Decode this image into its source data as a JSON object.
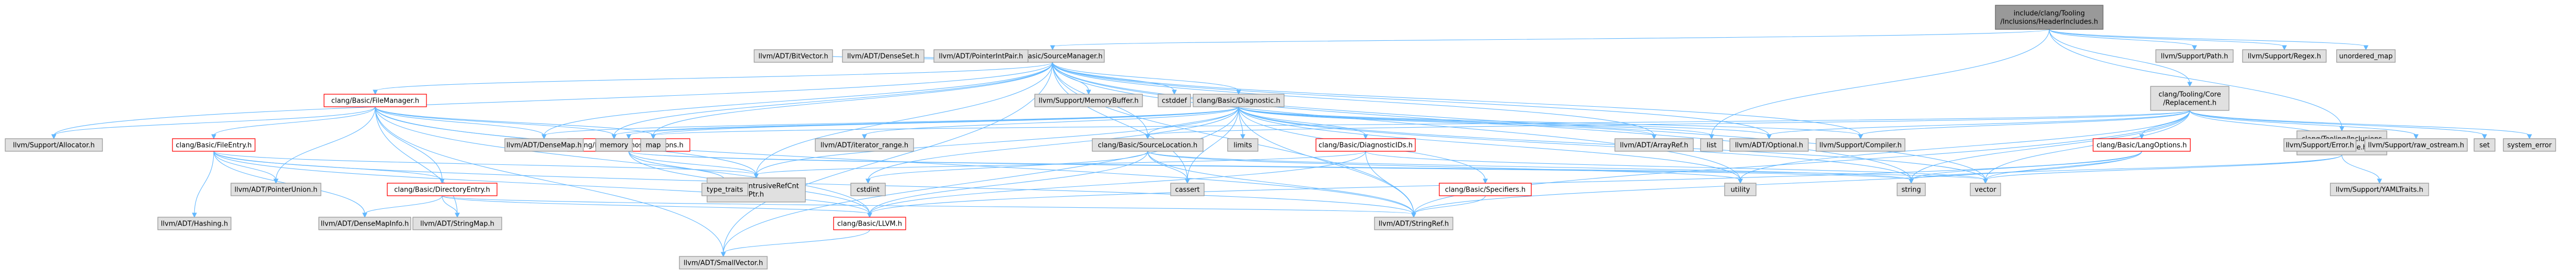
{
  "colors": {
    "edge": "#63b8ff",
    "node_fill": "#e0e0e0",
    "node_border": "#999999",
    "root_fill": "#999999",
    "link_border": "#ff0000"
  },
  "nodes": [
    {
      "id": "root",
      "lines": [
        "include/clang/Tooling",
        "/Inclusions/HeaderIncludes.h"
      ],
      "style": "root"
    },
    {
      "id": "sm",
      "lines": [
        "clang/Basic/SourceManager.h"
      ],
      "style": "normal"
    },
    {
      "id": "tcr",
      "lines": [
        "clang/Tooling/Core",
        "/Replacement.h"
      ],
      "style": "normal"
    },
    {
      "id": "incstyle",
      "lines": [
        "clang/Tooling/Inclusions",
        "/IncludeStyle.h"
      ],
      "style": "normal"
    },
    {
      "id": "fm",
      "lines": [
        "clang/Basic/FileManager.h"
      ],
      "style": "red"
    },
    {
      "id": "diag",
      "lines": [
        "clang/Basic/Diagnostic.h"
      ],
      "style": "normal"
    },
    {
      "id": "fe",
      "lines": [
        "clang/Basic/FileEntry.h"
      ],
      "style": "red"
    },
    {
      "id": "dopts",
      "lines": [
        "clang/Basic/DiagnosticOptions.h"
      ],
      "style": "red"
    },
    {
      "id": "dids",
      "lines": [
        "clang/Basic/DiagnosticIDs.h"
      ],
      "style": "red"
    },
    {
      "id": "loc",
      "lines": [
        "clang/Basic/SourceLocation.h"
      ],
      "style": "normal"
    },
    {
      "id": "langopt",
      "lines": [
        "clang/Basic/LangOptions.h"
      ],
      "style": "red"
    },
    {
      "id": "de",
      "lines": [
        "clang/Basic/DirectoryEntry.h"
      ],
      "style": "red"
    },
    {
      "id": "spec",
      "lines": [
        "clang/Basic/Specifiers.h"
      ],
      "style": "red"
    },
    {
      "id": "llvm",
      "lines": [
        "clang/Basic/LLVM.h"
      ],
      "style": "red"
    },
    {
      "id": "alloc",
      "lines": [
        "llvm/Support/Allocator.h"
      ],
      "style": "normal"
    },
    {
      "id": "bitvec",
      "lines": [
        "llvm/ADT/BitVector.h"
      ],
      "style": "normal"
    },
    {
      "id": "denseset",
      "lines": [
        "llvm/ADT/DenseSet.h"
      ],
      "style": "normal"
    },
    {
      "id": "ptrintpair",
      "lines": [
        "llvm/ADT/PointerIntPair.h"
      ],
      "style": "normal"
    },
    {
      "id": "membuf",
      "lines": [
        "llvm/Support/MemoryBuffer.h"
      ],
      "style": "normal"
    },
    {
      "id": "cstddef",
      "lines": [
        "cstddef"
      ],
      "style": "normal"
    },
    {
      "id": "path",
      "lines": [
        "llvm/Support/Path.h"
      ],
      "style": "normal"
    },
    {
      "id": "regex",
      "lines": [
        "llvm/Support/Regex.h"
      ],
      "style": "normal"
    },
    {
      "id": "umap",
      "lines": [
        "unordered_map"
      ],
      "style": "normal"
    },
    {
      "id": "densemap",
      "lines": [
        "llvm/ADT/DenseMap.h"
      ],
      "style": "normal"
    },
    {
      "id": "memory",
      "lines": [
        "memory"
      ],
      "style": "normal"
    },
    {
      "id": "map",
      "lines": [
        "map"
      ],
      "style": "normal"
    },
    {
      "id": "itrange",
      "lines": [
        "llvm/ADT/iterator_range.h"
      ],
      "style": "normal"
    },
    {
      "id": "limits",
      "lines": [
        "limits"
      ],
      "style": "normal"
    },
    {
      "id": "arrayref",
      "lines": [
        "llvm/ADT/ArrayRef.h"
      ],
      "style": "normal"
    },
    {
      "id": "list",
      "lines": [
        "list"
      ],
      "style": "normal"
    },
    {
      "id": "optional",
      "lines": [
        "llvm/ADT/Optional.h"
      ],
      "style": "normal"
    },
    {
      "id": "compiler",
      "lines": [
        "llvm/Support/Compiler.h"
      ],
      "style": "normal"
    },
    {
      "id": "error",
      "lines": [
        "llvm/Support/Error.h"
      ],
      "style": "normal"
    },
    {
      "id": "rawos",
      "lines": [
        "llvm/Support/raw_ostream.h"
      ],
      "style": "normal"
    },
    {
      "id": "set",
      "lines": [
        "set"
      ],
      "style": "normal"
    },
    {
      "id": "syserr",
      "lines": [
        "system_error"
      ],
      "style": "normal"
    },
    {
      "id": "ptrunion",
      "lines": [
        "llvm/ADT/PointerUnion.h"
      ],
      "style": "normal"
    },
    {
      "id": "irc",
      "lines": [
        "llvm/ADT/IntrusiveRefCnt",
        "Ptr.h"
      ],
      "style": "normal"
    },
    {
      "id": "typetraits",
      "lines": [
        "type_traits"
      ],
      "style": "normal"
    },
    {
      "id": "cstdint",
      "lines": [
        "cstdint"
      ],
      "style": "normal"
    },
    {
      "id": "cassert",
      "lines": [
        "cassert"
      ],
      "style": "normal"
    },
    {
      "id": "utility",
      "lines": [
        "utility"
      ],
      "style": "normal"
    },
    {
      "id": "string",
      "lines": [
        "string"
      ],
      "style": "normal"
    },
    {
      "id": "vector",
      "lines": [
        "vector"
      ],
      "style": "normal"
    },
    {
      "id": "yaml",
      "lines": [
        "llvm/Support/YAMLTraits.h"
      ],
      "style": "normal"
    },
    {
      "id": "hashing",
      "lines": [
        "llvm/ADT/Hashing.h"
      ],
      "style": "normal"
    },
    {
      "id": "dmi",
      "lines": [
        "llvm/ADT/DenseMapInfo.h"
      ],
      "style": "normal"
    },
    {
      "id": "stringmap",
      "lines": [
        "llvm/ADT/StringMap.h"
      ],
      "style": "normal"
    },
    {
      "id": "stringref",
      "lines": [
        "llvm/ADT/StringRef.h"
      ],
      "style": "normal"
    },
    {
      "id": "smallvec",
      "lines": [
        "llvm/ADT/SmallVector.h"
      ],
      "style": "normal"
    }
  ],
  "edges": [
    [
      "root",
      "sm"
    ],
    [
      "root",
      "tcr"
    ],
    [
      "root",
      "incstyle"
    ],
    [
      "root",
      "path"
    ],
    [
      "root",
      "regex"
    ],
    [
      "root",
      "umap"
    ],
    [
      "root",
      "list"
    ],
    [
      "sm",
      "alloc"
    ],
    [
      "sm",
      "fm"
    ],
    [
      "sm",
      "bitvec"
    ],
    [
      "sm",
      "denseset"
    ],
    [
      "sm",
      "ptrintpair"
    ],
    [
      "sm",
      "membuf"
    ],
    [
      "sm",
      "cstddef"
    ],
    [
      "sm",
      "diag"
    ],
    [
      "sm",
      "loc"
    ],
    [
      "sm",
      "densemap"
    ],
    [
      "sm",
      "memory"
    ],
    [
      "sm",
      "map"
    ],
    [
      "sm",
      "arrayref"
    ],
    [
      "sm",
      "optional"
    ],
    [
      "sm",
      "compiler"
    ],
    [
      "sm",
      "irc"
    ],
    [
      "sm",
      "stringref"
    ],
    [
      "sm",
      "smallvec"
    ],
    [
      "sm",
      "utility"
    ],
    [
      "sm",
      "vector"
    ],
    [
      "sm",
      "cassert"
    ],
    [
      "sm",
      "string"
    ],
    [
      "tcr",
      "loc"
    ],
    [
      "tcr",
      "langopt"
    ],
    [
      "tcr",
      "optional"
    ],
    [
      "tcr",
      "error"
    ],
    [
      "tcr",
      "rawos"
    ],
    [
      "tcr",
      "set"
    ],
    [
      "tcr",
      "syserr"
    ],
    [
      "tcr",
      "compiler"
    ],
    [
      "tcr",
      "map"
    ],
    [
      "tcr",
      "string"
    ],
    [
      "tcr",
      "vector"
    ],
    [
      "tcr",
      "utility"
    ],
    [
      "tcr",
      "stringref"
    ],
    [
      "incstyle",
      "yaml"
    ],
    [
      "incstyle",
      "string"
    ],
    [
      "incstyle",
      "vector"
    ],
    [
      "fm",
      "fe"
    ],
    [
      "fm",
      "de"
    ],
    [
      "fm",
      "alloc"
    ],
    [
      "fm",
      "densemap"
    ],
    [
      "fm",
      "memory"
    ],
    [
      "fm",
      "map"
    ],
    [
      "fm",
      "ptrunion"
    ],
    [
      "fm",
      "irc"
    ],
    [
      "fm",
      "smallvec"
    ],
    [
      "fm",
      "stringmap"
    ],
    [
      "fm",
      "stringref"
    ],
    [
      "fm",
      "llvm"
    ],
    [
      "fe",
      "de"
    ],
    [
      "fe",
      "ptrunion"
    ],
    [
      "fe",
      "irc"
    ],
    [
      "fe",
      "hashing"
    ],
    [
      "fe",
      "dmi"
    ],
    [
      "fe",
      "stringref"
    ],
    [
      "fe",
      "llvm"
    ],
    [
      "de",
      "llvm"
    ],
    [
      "de",
      "dmi"
    ],
    [
      "de",
      "stringmap"
    ],
    [
      "de",
      "stringref"
    ],
    [
      "diag",
      "dopts"
    ],
    [
      "diag",
      "dids"
    ],
    [
      "diag",
      "loc"
    ],
    [
      "diag",
      "spec"
    ],
    [
      "diag",
      "itrange"
    ],
    [
      "diag",
      "limits"
    ],
    [
      "diag",
      "arrayref"
    ],
    [
      "diag",
      "list"
    ],
    [
      "diag",
      "optional"
    ],
    [
      "diag",
      "compiler"
    ],
    [
      "diag",
      "densemap"
    ],
    [
      "diag",
      "irc"
    ],
    [
      "diag",
      "memory"
    ],
    [
      "diag",
      "map"
    ],
    [
      "diag",
      "cassert"
    ],
    [
      "diag",
      "cstdint"
    ],
    [
      "diag",
      "string"
    ],
    [
      "diag",
      "utility"
    ],
    [
      "diag",
      "vector"
    ],
    [
      "diag",
      "stringref"
    ],
    [
      "diag",
      "smallvec"
    ],
    [
      "dopts",
      "llvm"
    ],
    [
      "dopts",
      "irc"
    ],
    [
      "dopts",
      "string"
    ],
    [
      "dopts",
      "type_traits"
    ],
    [
      "dopts",
      "vector"
    ],
    [
      "dopts",
      "typetraits"
    ],
    [
      "dids",
      "llvm"
    ],
    [
      "dids",
      "irc"
    ],
    [
      "dids",
      "stringref"
    ],
    [
      "dids",
      "vector"
    ],
    [
      "loc",
      "llvm"
    ],
    [
      "loc",
      "cassert"
    ],
    [
      "loc",
      "cstdint"
    ],
    [
      "loc",
      "string"
    ],
    [
      "loc",
      "utility"
    ],
    [
      "loc",
      "stringref"
    ],
    [
      "spec",
      "stringref"
    ],
    [
      "langopt",
      "llvm"
    ],
    [
      "langopt",
      "string"
    ],
    [
      "langopt",
      "vector"
    ],
    [
      "langopt",
      "stringref"
    ],
    [
      "llvm",
      "smallvec"
    ]
  ]
}
